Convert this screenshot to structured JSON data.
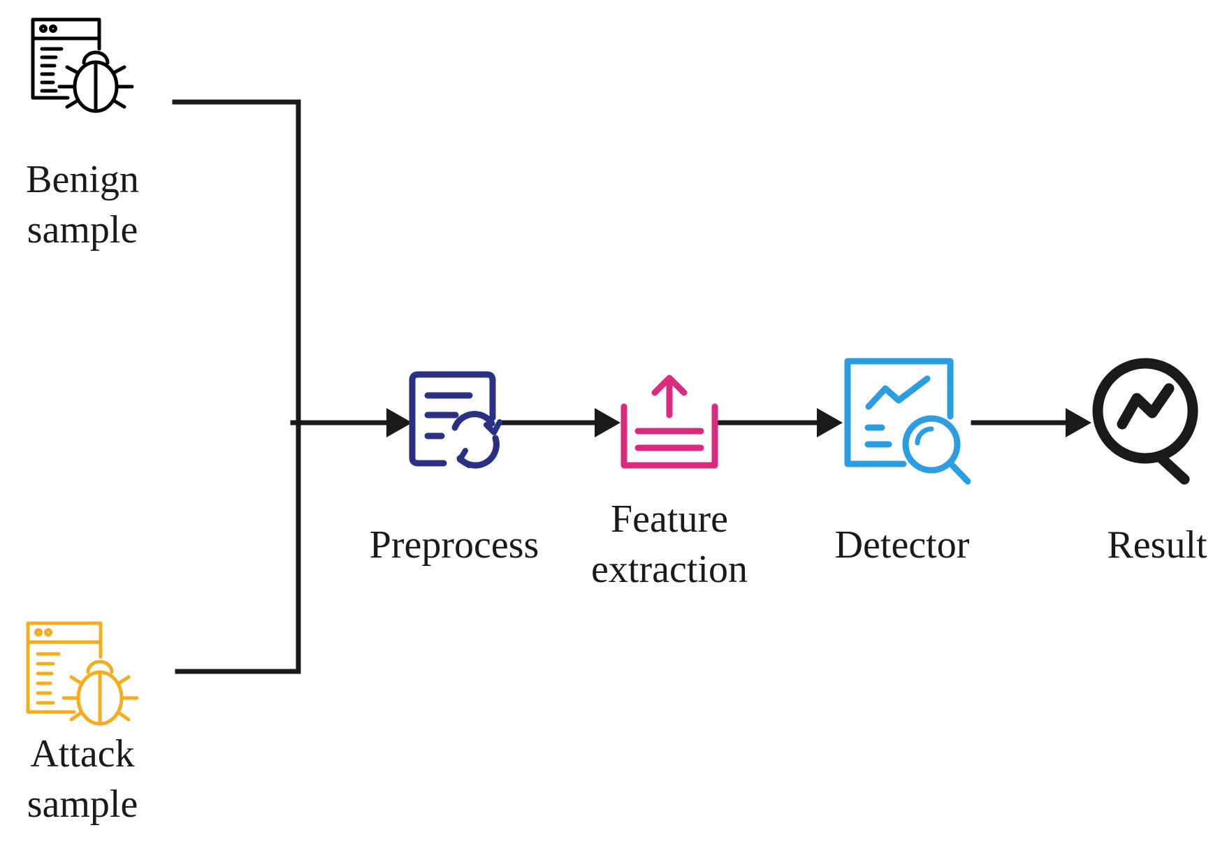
{
  "nodes": {
    "benign": {
      "label_lines": [
        "Benign",
        "sample"
      ],
      "icon": "bug-document-icon",
      "color": "#000000"
    },
    "attack": {
      "label_lines": [
        "Attack",
        "sample"
      ],
      "icon": "bug-document-icon",
      "color": "#f5ad1c"
    },
    "preprocess": {
      "label_lines": [
        "Preprocess"
      ],
      "icon": "document-refresh-icon",
      "color": "#2b3182"
    },
    "feature": {
      "label_lines": [
        "Feature",
        "extraction"
      ],
      "icon": "upload-tray-icon",
      "color": "#db2b7e"
    },
    "detector": {
      "label_lines": [
        "Detector"
      ],
      "icon": "chart-magnifier-icon",
      "color": "#2a9ee0"
    },
    "result": {
      "label_lines": [
        "Result"
      ],
      "icon": "magnifier-trend-icon",
      "color": "#1a1a1a"
    }
  },
  "edge_color": "#1a1a1a"
}
